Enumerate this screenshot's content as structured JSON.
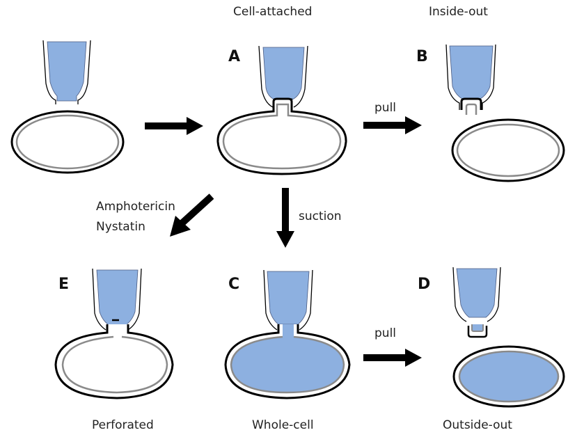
{
  "colors": {
    "solution": "#8db0e0",
    "membrane_outer": "#000000",
    "membrane_inner": "#8a8a8a",
    "arrow": "#000000",
    "text": "#222222"
  },
  "panels": {
    "start": {
      "label": ""
    },
    "A": {
      "letter": "A",
      "title": "Cell-attached"
    },
    "B": {
      "letter": "B",
      "title": "Inside-out"
    },
    "C": {
      "letter": "C",
      "title": "Whole-cell"
    },
    "D": {
      "letter": "D",
      "title": "Outside-out"
    },
    "E": {
      "letter": "E",
      "title": "Perforated"
    }
  },
  "arrows": {
    "start_to_A": {
      "label": ""
    },
    "A_to_B": {
      "label": "pull"
    },
    "A_to_C": {
      "label": "suction"
    },
    "A_to_E": {
      "label_line1": "Amphotericin",
      "label_line2": "Nystatin"
    },
    "C_to_D": {
      "label": "pull"
    }
  }
}
